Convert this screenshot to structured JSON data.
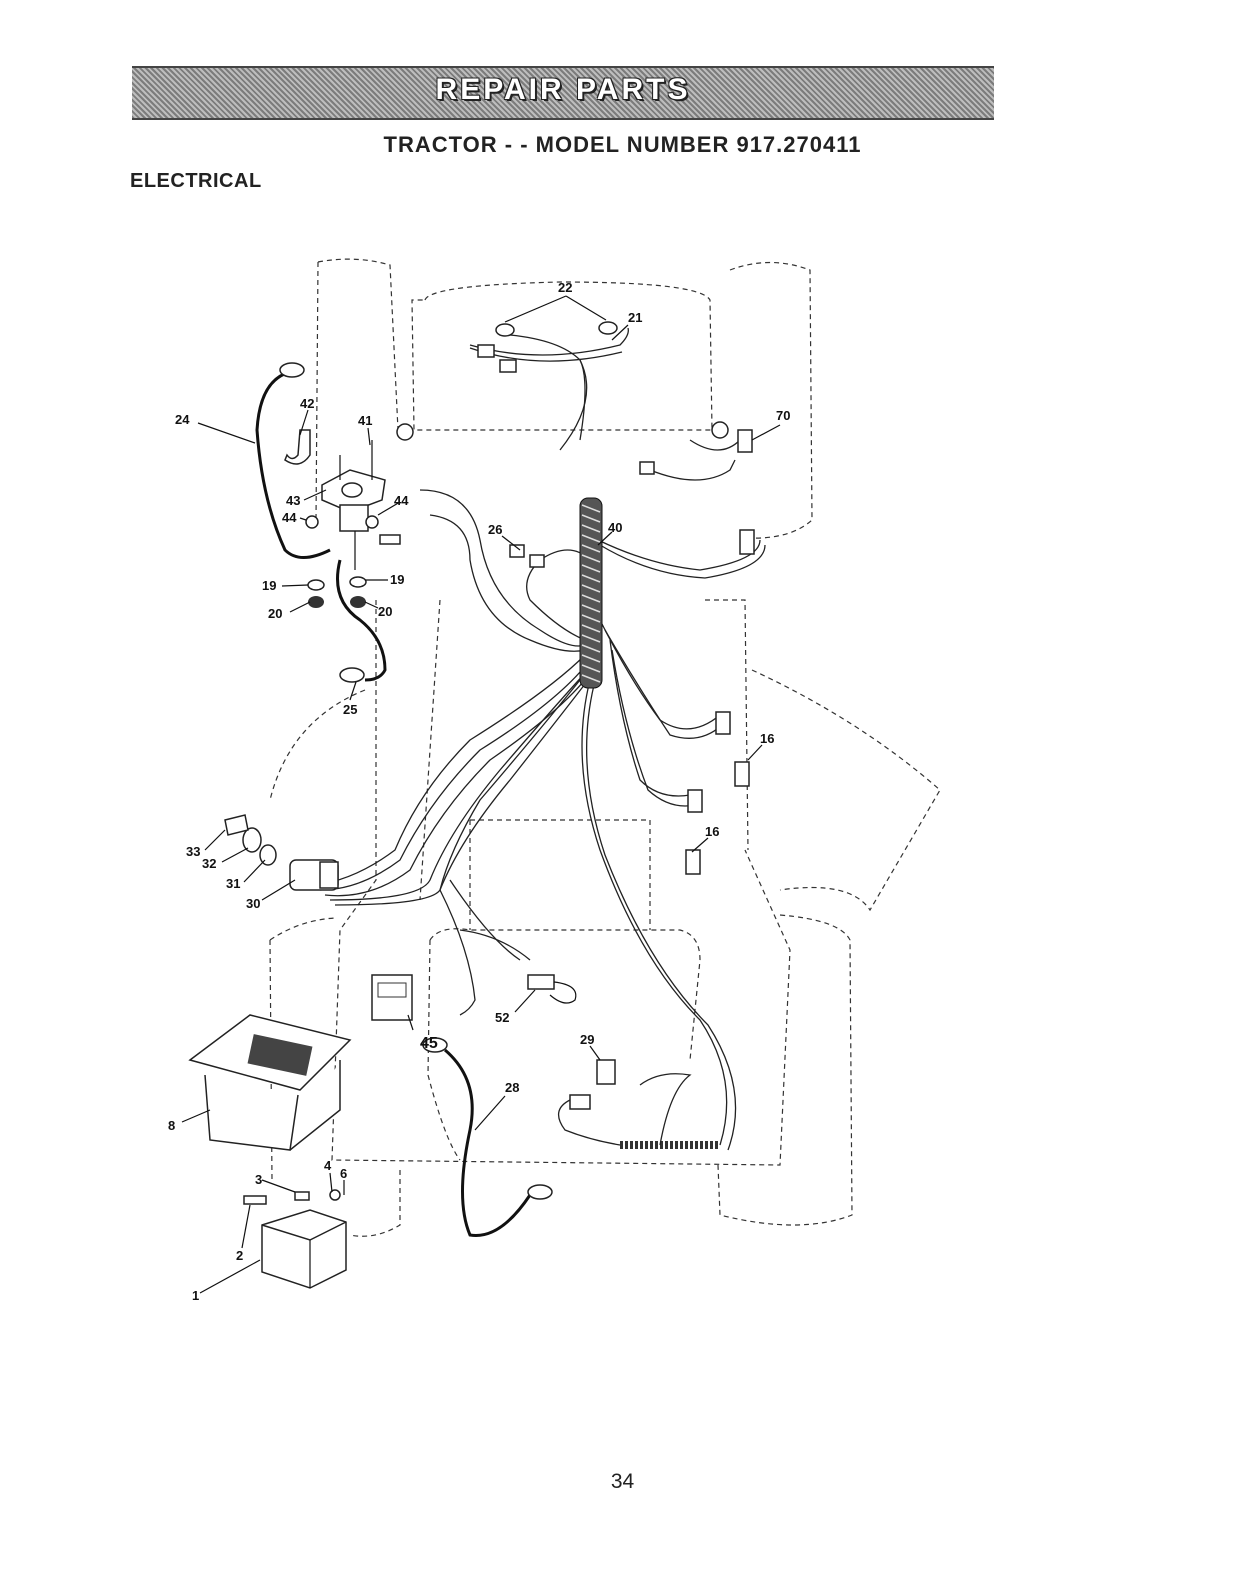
{
  "header": {
    "banner": "REPAIR PARTS",
    "title": "TRACTOR - - MODEL NUMBER 917.270411",
    "section": "ELECTRICAL"
  },
  "callouts": [
    {
      "id": "c1",
      "label": "1"
    },
    {
      "id": "c2",
      "label": "2"
    },
    {
      "id": "c3",
      "label": "3"
    },
    {
      "id": "c4",
      "label": "4"
    },
    {
      "id": "c6",
      "label": "6"
    },
    {
      "id": "c8",
      "label": "8"
    },
    {
      "id": "c16a",
      "label": "16"
    },
    {
      "id": "c16b",
      "label": "16"
    },
    {
      "id": "c19a",
      "label": "19"
    },
    {
      "id": "c19b",
      "label": "19"
    },
    {
      "id": "c20a",
      "label": "20"
    },
    {
      "id": "c20b",
      "label": "20"
    },
    {
      "id": "c21",
      "label": "21"
    },
    {
      "id": "c22",
      "label": "22"
    },
    {
      "id": "c24",
      "label": "24"
    },
    {
      "id": "c25",
      "label": "25"
    },
    {
      "id": "c26",
      "label": "26"
    },
    {
      "id": "c28",
      "label": "28"
    },
    {
      "id": "c29",
      "label": "29"
    },
    {
      "id": "c30",
      "label": "30"
    },
    {
      "id": "c31",
      "label": "31"
    },
    {
      "id": "c32",
      "label": "32"
    },
    {
      "id": "c33",
      "label": "33"
    },
    {
      "id": "c40",
      "label": "40"
    },
    {
      "id": "c41",
      "label": "41"
    },
    {
      "id": "c42",
      "label": "42"
    },
    {
      "id": "c43",
      "label": "43"
    },
    {
      "id": "c44a",
      "label": "44"
    },
    {
      "id": "c44b",
      "label": "44"
    },
    {
      "id": "c45",
      "label": "45"
    },
    {
      "id": "c52",
      "label": "52"
    },
    {
      "id": "c70",
      "label": "70"
    }
  ],
  "footer": {
    "page_number": "34"
  }
}
